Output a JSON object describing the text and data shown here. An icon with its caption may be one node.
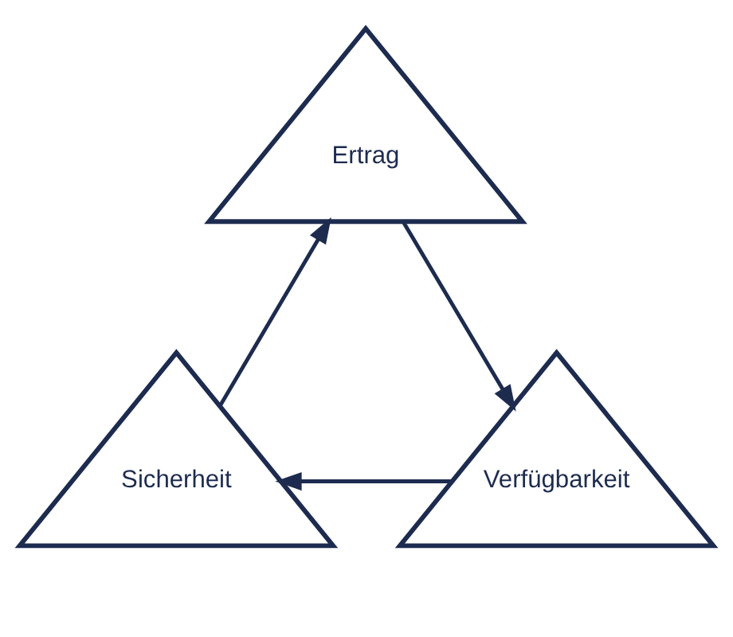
{
  "diagram": {
    "nodes": [
      {
        "text": [
          "Ertrag"
        ]
      },
      {
        "text": [
          "Verfügbarkeit"
        ]
      },
      {
        "text": [
          "Sicherheit"
        ]
      }
    ],
    "edges": [
      {
        "from": 0,
        "to": 1,
        "arrow": "to"
      },
      {
        "from": 1,
        "to": 2,
        "arrow": "to"
      },
      {
        "from": 2,
        "to": 0,
        "arrow": "to"
      }
    ]
  }
}
